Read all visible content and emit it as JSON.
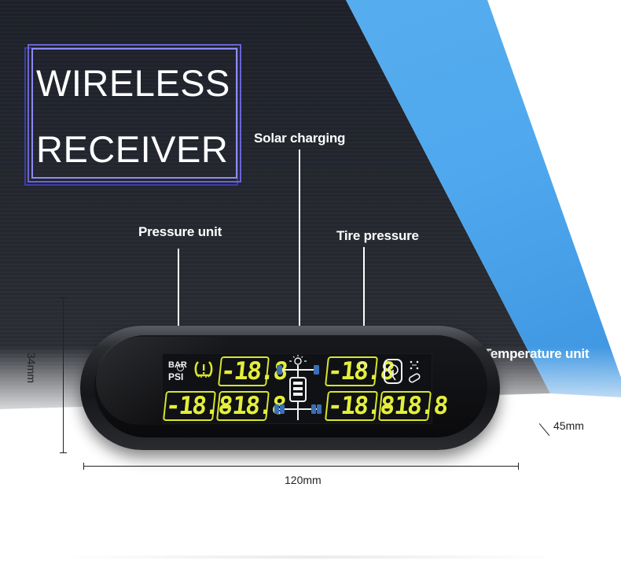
{
  "title": {
    "line1": "WIRELESS",
    "line2": "RECEIVER"
  },
  "callouts": {
    "solar_charging": "Solar charging",
    "pressure_unit": "Pressure unit",
    "tire_pressure": "Tire pressure",
    "temperature_unit": "Temperature unit"
  },
  "display": {
    "unit_bar": "BAR",
    "unit_psi": "PSI",
    "readings": [
      "-18.8",
      "-18.8",
      "-18.8",
      "-18.8",
      "-18.8",
      "-18.8"
    ],
    "accent_color": "#d8e62a",
    "tyre_color": "#3a6fb8"
  },
  "dimensions": {
    "height": "34mm",
    "width": "120mm",
    "depth": "45mm"
  },
  "colors": {
    "dark_panel": "#22252c",
    "blue_panel": "#4fa8ee",
    "frame": "#8b8cf3"
  }
}
